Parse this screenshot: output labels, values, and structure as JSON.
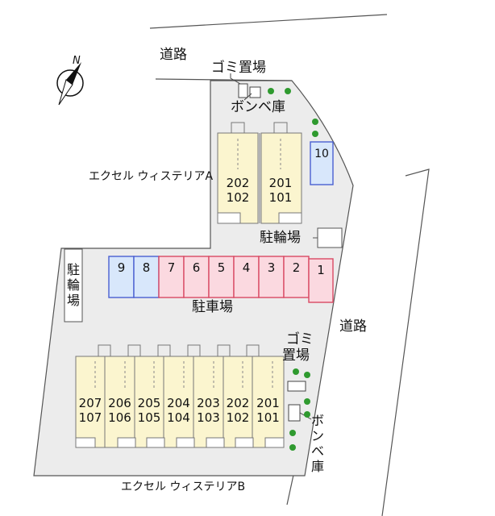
{
  "road_labels": {
    "top": "道路",
    "right": "道路"
  },
  "garbage_label_top": "ゴミ置場",
  "garbage_label_bottom": "ゴミ置場",
  "gas_label_top": "ボンベ庫",
  "gas_label_bottom": "ボンベ庫",
  "bike_parking_label_right": "駐輪場",
  "bike_parking_label_left": "駐輪場",
  "car_parking_label": "駐車場",
  "building_a": {
    "name": "エクセル ウィステリアA",
    "units": [
      [
        "202",
        "102"
      ],
      [
        "201",
        "101"
      ]
    ]
  },
  "building_b": {
    "name": "エクセル ウィステリアB",
    "units": [
      [
        "207",
        "107"
      ],
      [
        "206",
        "106"
      ],
      [
        "205",
        "105"
      ],
      [
        "204",
        "104"
      ],
      [
        "203",
        "103"
      ],
      [
        "202",
        "102"
      ],
      [
        "201",
        "101"
      ]
    ]
  },
  "parking_spaces": [
    {
      "label": "9",
      "type": "blue"
    },
    {
      "label": "8",
      "type": "blue"
    },
    {
      "label": "7",
      "type": "pink"
    },
    {
      "label": "6",
      "type": "pink"
    },
    {
      "label": "5",
      "type": "pink"
    },
    {
      "label": "4",
      "type": "pink"
    },
    {
      "label": "3",
      "type": "pink"
    },
    {
      "label": "2",
      "type": "pink"
    },
    {
      "label": "1",
      "type": "pink"
    }
  ],
  "extra_space": {
    "label": "10",
    "type": "blue"
  },
  "compass": {
    "letter": "N"
  },
  "colors": {
    "lot": "#ececec",
    "building": "#fbf5cf",
    "pink": "#fbd9e0",
    "pink_border": "#d94a64",
    "blue": "#d8e7fb",
    "blue_border": "#4a5fd1",
    "tree": "#2f9a2f"
  }
}
